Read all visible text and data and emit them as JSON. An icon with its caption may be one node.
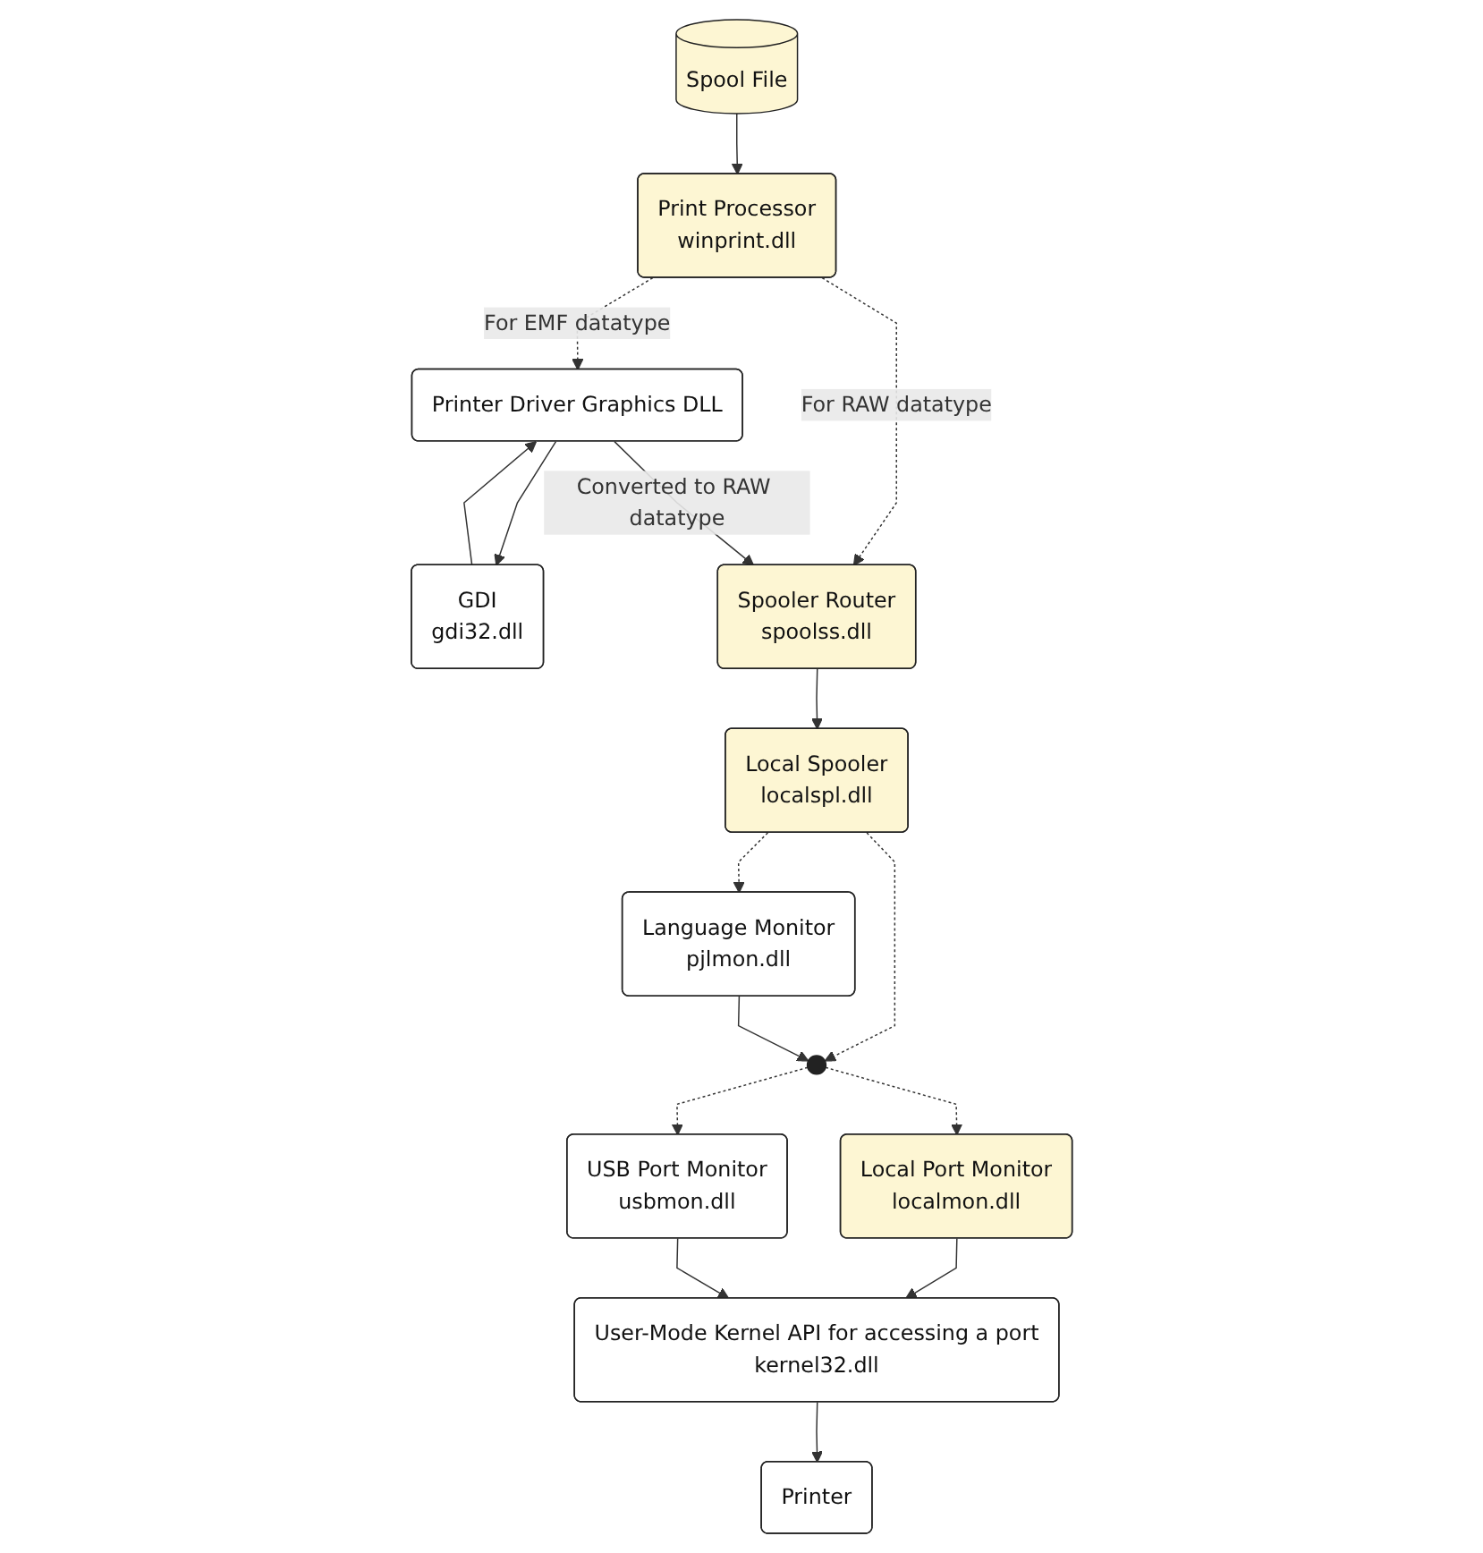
{
  "diagram": {
    "nodes": [
      {
        "text": [
          "Spool File"
        ]
      },
      {
        "text": [
          "Print Processor",
          "winprint.dll"
        ]
      },
      {
        "text": [
          "Printer Driver Graphics DLL"
        ]
      },
      {
        "text": [
          "GDI",
          "gdi32.dll"
        ]
      },
      {
        "text": [
          "Spooler Router",
          "spoolss.dll"
        ]
      },
      {
        "text": [
          "Local Spooler",
          "localspl.dll"
        ]
      },
      {
        "text": [
          "Language Monitor",
          "pjlmon.dll"
        ]
      },
      {
        "text": [],
        "shape": "point"
      },
      {
        "text": [
          "Local Port Monitor",
          "localmon.dll"
        ]
      },
      {
        "text": [
          "USB Port Monitor",
          "usbmon.dll"
        ]
      },
      {
        "text": [
          "User-Mode Kernel API for accessing a port",
          "kernel32.dll"
        ]
      },
      {
        "text": [
          "Printer"
        ]
      }
    ],
    "edges": [
      {
        "from": 0,
        "to": 1,
        "arrow": "to"
      },
      {
        "from": 1,
        "to": 2,
        "arrow": "to",
        "label": "For EMF datatype",
        "style": "dashed"
      },
      {
        "from": 2,
        "to": 3,
        "arrow": "to"
      },
      {
        "from": 3,
        "to": 2,
        "arrow": "to"
      },
      {
        "from": 1,
        "to": 4,
        "arrow": "to",
        "label": "For RAW datatype",
        "style": "dashed"
      },
      {
        "from": 2,
        "to": 4,
        "arrow": "to",
        "label": "Converted to RAW datatype"
      },
      {
        "from": 4,
        "to": 5,
        "arrow": "to"
      },
      {
        "from": 5,
        "to": 6,
        "arrow": "to",
        "style": "dashed"
      },
      {
        "from": 5,
        "to": 7,
        "arrow": "to",
        "style": "dashed"
      },
      {
        "from": 6,
        "to": 7,
        "arrow": "to"
      },
      {
        "from": 7,
        "to": 8,
        "arrow": "to",
        "style": "dashed"
      },
      {
        "from": 7,
        "to": 9,
        "arrow": "to",
        "style": "dashed"
      },
      {
        "from": 8,
        "to": 10,
        "arrow": "to"
      },
      {
        "from": 9,
        "to": 10,
        "arrow": "to"
      },
      {
        "from": 10,
        "to": 11,
        "arrow": "to"
      }
    ]
  }
}
